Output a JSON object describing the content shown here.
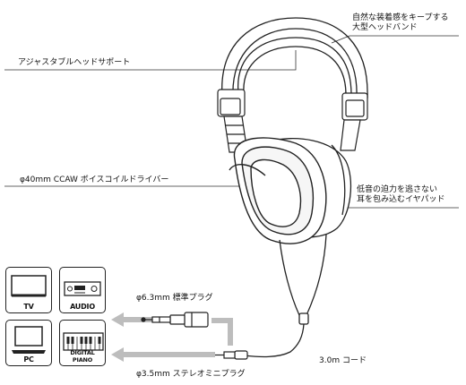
{
  "callouts": {
    "headband": [
      "自然な装着感をキープする",
      "大型ヘッドバンド"
    ],
    "adjust": "アジャスタブルヘッドサポート",
    "driver": "φ40mm CCAW ボイスコイルドライバー",
    "earpad": [
      "低音の迫力を逃さない",
      "耳を包み込むイヤパッド"
    ],
    "plug63": "φ6.3mm 標準プラグ",
    "plug35": "φ3.5mm ステレオミニプラグ",
    "cord": "3.0m コード"
  },
  "devices": [
    {
      "label": "TV",
      "icon": "tv-icon"
    },
    {
      "label": "AUDIO",
      "icon": "audio-icon"
    },
    {
      "label": "PC",
      "icon": "pc-icon"
    },
    {
      "label": "DIGITAL PIANO",
      "icon": "piano-icon"
    }
  ],
  "colors": {
    "line": "#222222",
    "arrow": "#bbbbbb"
  }
}
